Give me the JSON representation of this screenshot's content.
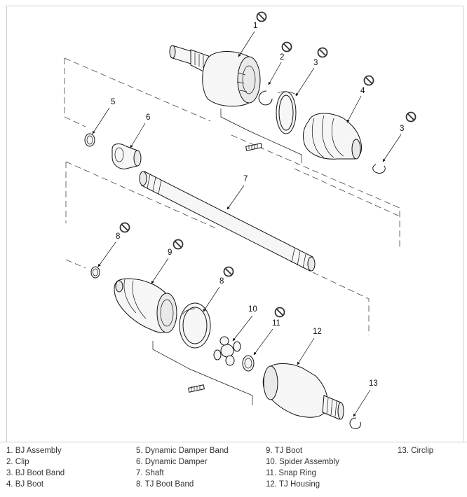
{
  "diagram": {
    "callouts": [
      "1",
      "2",
      "3",
      "4",
      "3",
      "5",
      "6",
      "7",
      "8",
      "9",
      "8",
      "10",
      "11",
      "12",
      "13"
    ]
  },
  "legend": {
    "columns": [
      [
        "1. BJ Assembly",
        "2. Clip",
        "3. BJ Boot Band",
        "4. BJ Boot"
      ],
      [
        "5. Dynamic Damper Band",
        "6. Dynamic Damper",
        "7. Shaft",
        "8. TJ Boot Band"
      ],
      [
        "9. TJ Boot",
        "10. Spider Assembly",
        "11. Snap Ring",
        "12. TJ Housing"
      ],
      [
        "13. Circlip"
      ]
    ]
  }
}
